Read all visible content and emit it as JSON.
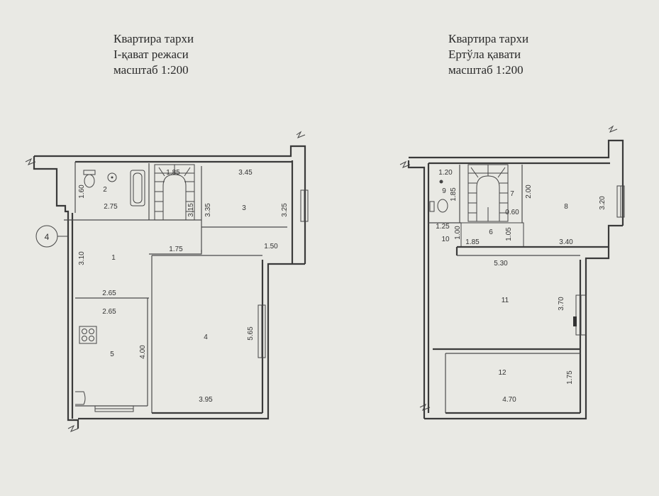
{
  "plans": [
    {
      "title_lines": [
        "Квартира тархи",
        "I-қават режаси",
        "масштаб 1:200"
      ],
      "rooms": [
        "1",
        "2",
        "3",
        "4",
        "5"
      ],
      "dimensions": [
        "1.85",
        "3.45",
        "1.60",
        "2.75",
        "3.15",
        "3.35",
        "3.25",
        "3.10",
        "1.75",
        "1.50",
        "2.65",
        "2.65",
        "4.00",
        "5.65",
        "3.95"
      ],
      "axis_label": "4"
    },
    {
      "title_lines": [
        "Квартира тархи",
        "Ертўла қавати",
        "масштаб 1:200"
      ],
      "rooms": [
        "9",
        "7",
        "8",
        "6",
        "10",
        "11",
        "12"
      ],
      "dimensions": [
        "1.20",
        "1.85",
        "2.00",
        "3.20",
        "0.60",
        "1.25",
        "1.00",
        "1.05",
        "1.85",
        "3.40",
        "5.30",
        "3.70",
        "1.75",
        "4.70"
      ]
    }
  ],
  "colors": {
    "paper": "#e9e9e4",
    "ink": "#3a3a3a"
  }
}
